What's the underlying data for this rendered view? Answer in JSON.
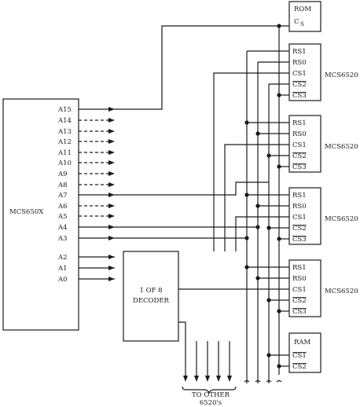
{
  "cpu": {
    "label": "MCS650X",
    "pins": [
      "A15",
      "A14",
      "A13",
      "A12",
      "A11",
      "A10",
      "A9",
      "A8",
      "A7",
      "A6",
      "A5",
      "A4",
      "A3",
      "A2",
      "A1",
      "A0"
    ],
    "dashed_pins": [
      "A14",
      "A13",
      "A12",
      "A11",
      "A10",
      "A9",
      "A8",
      "A6",
      "A5"
    ]
  },
  "decoder": {
    "line1": "1 OF 8",
    "line2": "DECODER"
  },
  "rom": {
    "label": "ROM",
    "cs_main": "C",
    "cs_sub": "S"
  },
  "pia_chips": [
    {
      "label": "MCS6520",
      "pins": [
        "RS1",
        "RS0",
        "CS1",
        "CS2",
        "CS3"
      ]
    },
    {
      "label": "MCS6520",
      "pins": [
        "RS1",
        "RS0",
        "CS1",
        "CS2",
        "CS3"
      ]
    },
    {
      "label": "MCS6520",
      "pins": [
        "RS1",
        "RS0",
        "CS1",
        "CS2",
        "CS3"
      ]
    },
    {
      "label": "MCS6520",
      "pins": [
        "RS1",
        "RS0",
        "CS1",
        "CS2",
        "CS3"
      ]
    }
  ],
  "ram": {
    "label": "RAM",
    "pins": [
      "CS1",
      "CS2"
    ]
  },
  "footer": {
    "line1": "TO OTHER",
    "line2": "6520's"
  }
}
